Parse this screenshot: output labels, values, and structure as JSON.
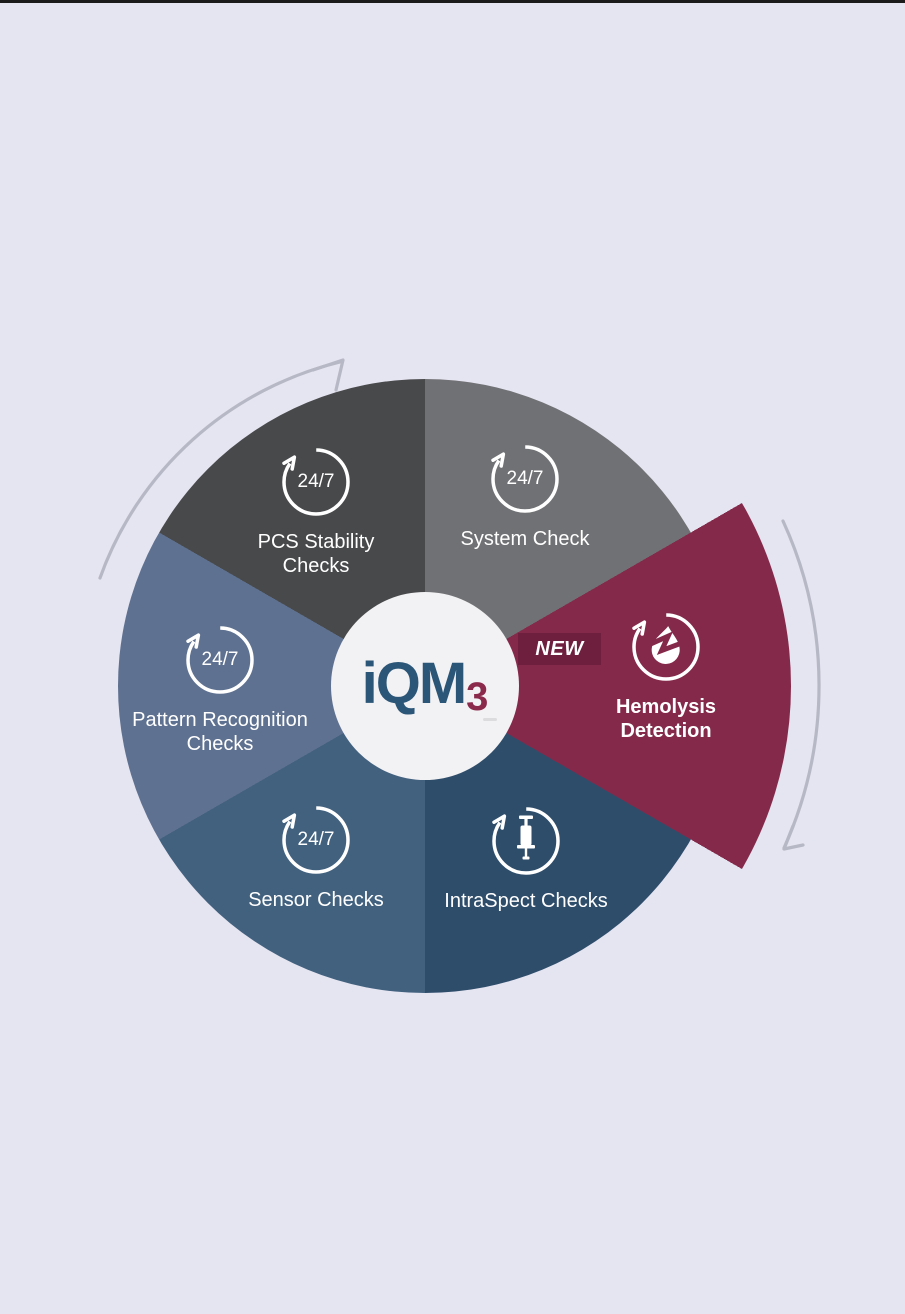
{
  "background_color": "#e5e4f1",
  "top_border_color": "#1b1b1b",
  "arrows_color": "#b7b8c5",
  "center": {
    "logo_text": "iQM",
    "logo_suffix": "3",
    "logo_text_color": "#2b5677",
    "logo_suffix_color": "#8c2a4c",
    "circle_color": "#f2f1f3"
  },
  "new_badge": {
    "label": "NEW",
    "bg_color": "#6d1f3d",
    "text_color": "#ffffff"
  },
  "segments": [
    {
      "id": "system-check",
      "label_line1": "System Check",
      "label_line2": "",
      "badge": "24/7",
      "color": "#707174",
      "icon": "24-7-cycle-icon"
    },
    {
      "id": "hemolysis-detection",
      "label_line1": "Hemolysis",
      "label_line2": "Detection",
      "badge": "",
      "color": "#85294a",
      "icon": "blood-drop-cycle-icon"
    },
    {
      "id": "intraspect-checks",
      "label_line1": "IntraSpect Checks",
      "label_line2": "",
      "badge": "",
      "color": "#2e4d6b",
      "icon": "syringe-cycle-icon"
    },
    {
      "id": "sensor-checks",
      "label_line1": "Sensor Checks",
      "label_line2": "",
      "badge": "24/7",
      "color": "#41617f",
      "icon": "24-7-cycle-icon"
    },
    {
      "id": "pattern-recognition-checks",
      "label_line1": "Pattern Recognition",
      "label_line2": "Checks",
      "badge": "24/7",
      "color": "#5f7190",
      "icon": "24-7-cycle-icon"
    },
    {
      "id": "pcs-stability-checks",
      "label_line1": "PCS Stability",
      "label_line2": "Checks",
      "badge": "24/7",
      "color": "#48494b",
      "icon": "24-7-cycle-icon"
    }
  ]
}
